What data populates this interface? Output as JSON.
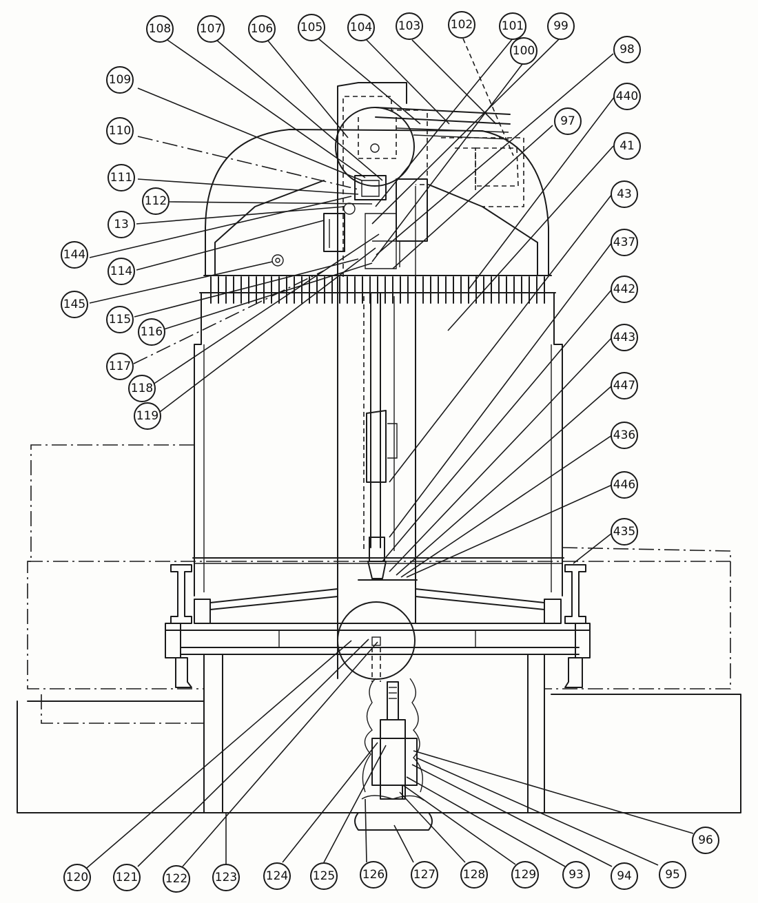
{
  "diagram": {
    "labels": {
      "l108": "108",
      "l107": "107",
      "l106": "106",
      "l105": "105",
      "l104": "104",
      "l103": "103",
      "l102": "102",
      "l101": "101",
      "l99": "99",
      "l100": "100",
      "l98": "98",
      "l440": "440",
      "l97": "97",
      "l41": "41",
      "l43": "43",
      "l437": "437",
      "l442": "442",
      "l443": "443",
      "l447": "447",
      "l436": "436",
      "l446": "446",
      "l435": "435",
      "l109": "109",
      "l110": "110",
      "l111": "111",
      "l112": "112",
      "l13": "13",
      "l144": "144",
      "l114": "114",
      "l145": "145",
      "l115": "115",
      "l116": "116",
      "l117": "117",
      "l118": "118",
      "l119": "119",
      "l120": "120",
      "l121": "121",
      "l122": "122",
      "l123": "123",
      "l124": "124",
      "l125": "125",
      "l126": "126",
      "l127": "127",
      "l128": "128",
      "l129": "129",
      "l93": "93",
      "l94": "94",
      "l95": "95",
      "l96": "96"
    }
  }
}
